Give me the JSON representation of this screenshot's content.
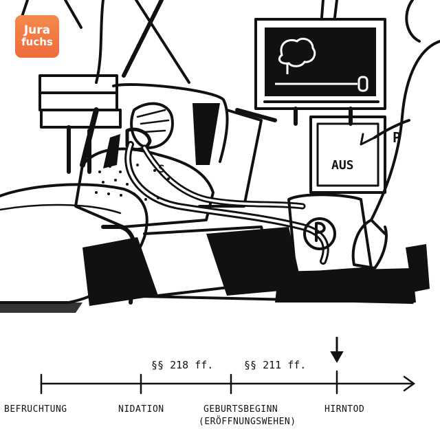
{
  "logo": {
    "line1": "Jura",
    "line2": "fuchs",
    "color": "#ef6f3e"
  },
  "ventilator": {
    "switch_label": "AUS",
    "badge_letter": "P"
  },
  "patient": {
    "shirt_letter": "S"
  },
  "timeline": {
    "events": [
      {
        "label": "BEFRUCHTUNG"
      },
      {
        "label": "NIDATION"
      },
      {
        "label": "GEBURTSBEGINN",
        "sublabel": "(ERÖFFNUNGSWEHEN)"
      },
      {
        "label": "HIRNTOD"
      }
    ],
    "sections": [
      {
        "label": "§§ 218 ff."
      },
      {
        "label": "§§ 211 ff."
      }
    ],
    "marker": "down-arrow-icon"
  }
}
